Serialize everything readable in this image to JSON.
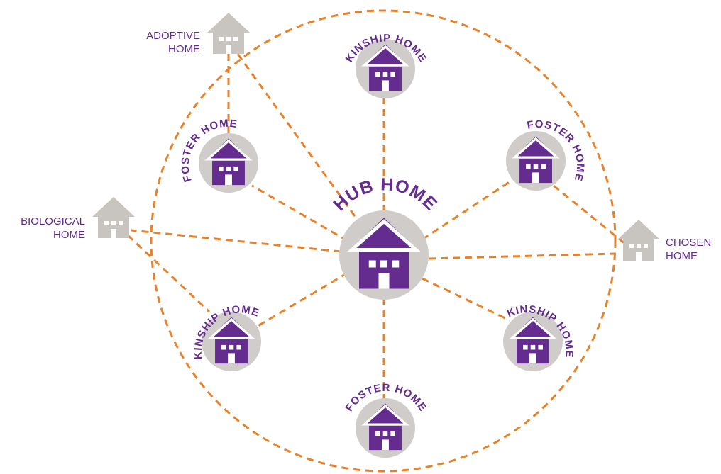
{
  "diagram": {
    "colors": {
      "house_purple": "#652c90",
      "circle_gray": "#cfccc9",
      "outer_house_gray": "#c8c4c0",
      "connector_orange": "#e8822a",
      "label_purple": "#652c90"
    },
    "hub": {
      "label": "HUB HOME"
    },
    "satellites": [
      {
        "id": "kinship-top",
        "label": "KINSHIP HOME"
      },
      {
        "id": "foster-upper-left",
        "label": "FOSTER HOME"
      },
      {
        "id": "foster-upper-right",
        "label": "FOSTER HOME"
      },
      {
        "id": "kinship-lower-left",
        "label": "KINSHIP HOME"
      },
      {
        "id": "kinship-lower-right",
        "label": "KINSHIP HOME"
      },
      {
        "id": "foster-bottom",
        "label": "FOSTER HOME"
      }
    ],
    "external_homes": [
      {
        "id": "adoptive",
        "line1": "ADOPTIVE",
        "line2": "HOME"
      },
      {
        "id": "biological",
        "line1": "BIOLOGICAL",
        "line2": "HOME"
      },
      {
        "id": "chosen",
        "line1": "CHOSEN",
        "line2": "HOME"
      }
    ]
  }
}
